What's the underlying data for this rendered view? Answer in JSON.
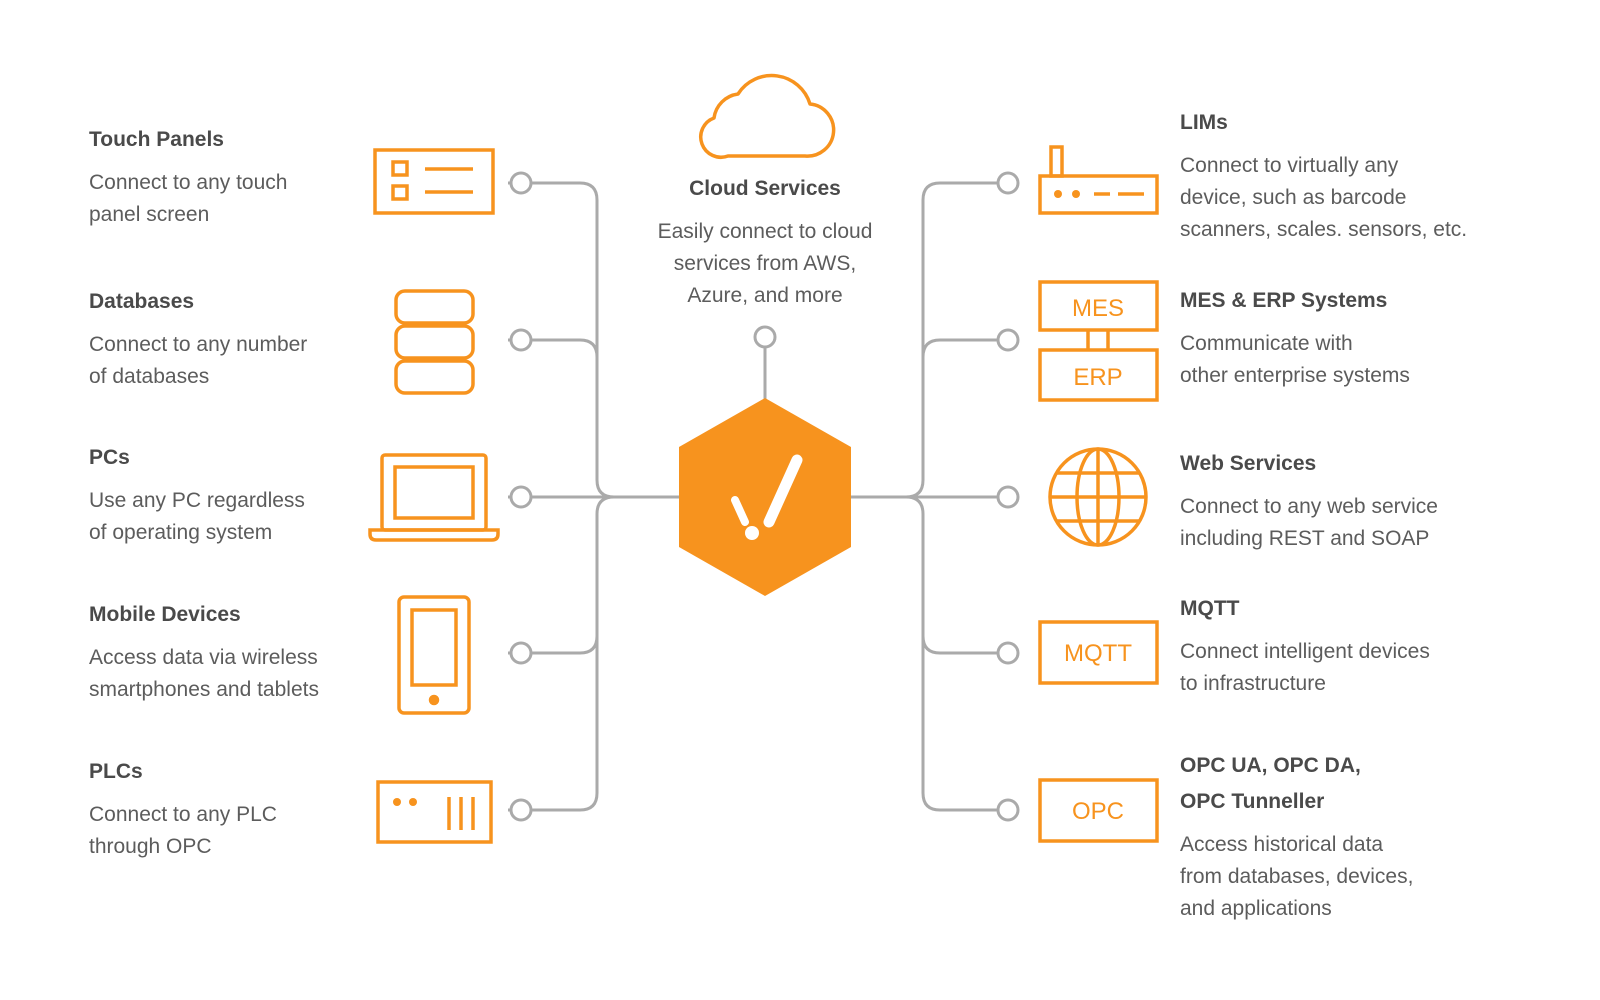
{
  "colors": {
    "accent": "#F7931E",
    "connector": "#AAAAAA",
    "title": "#4A4A4A",
    "text": "#5C5C5C"
  },
  "hub": {
    "icon": "exclamation-hexagon-icon"
  },
  "cloud": {
    "icon": "cloud-icon",
    "title": "Cloud Services",
    "desc_lines": [
      "Easily connect to cloud",
      "services from AWS,",
      "Azure, and more"
    ]
  },
  "left": [
    {
      "icon": "touch-panel-icon",
      "title": "Touch Panels",
      "desc_lines": [
        "Connect to any touch",
        "panel screen"
      ]
    },
    {
      "icon": "database-icon",
      "title": "Databases",
      "desc_lines": [
        "Connect to any number",
        "of databases"
      ]
    },
    {
      "icon": "laptop-icon",
      "title": "PCs",
      "desc_lines": [
        "Use any PC regardless",
        "of operating system"
      ]
    },
    {
      "icon": "mobile-device-icon",
      "title": "Mobile Devices",
      "desc_lines": [
        "Access data via wireless",
        "smartphones and tablets"
      ]
    },
    {
      "icon": "plc-icon",
      "title": "PLCs",
      "desc_lines": [
        "Connect to any PLC",
        "through OPC"
      ]
    }
  ],
  "right": [
    {
      "icon": "router-icon",
      "title": "LIMs",
      "desc_lines": [
        "Connect to virtually any",
        "device, such as barcode",
        "scanners, scales. sensors, etc."
      ]
    },
    {
      "icon": "mes-erp-icon",
      "icon_labels": [
        "MES",
        "ERP"
      ],
      "title": "MES & ERP Systems",
      "desc_lines": [
        "Communicate with",
        "other enterprise systems"
      ]
    },
    {
      "icon": "globe-icon",
      "title": "Web Services",
      "desc_lines": [
        "Connect to any web service",
        "including REST and SOAP"
      ]
    },
    {
      "icon": "mqtt-icon",
      "icon_labels": [
        "MQTT"
      ],
      "title": "MQTT",
      "desc_lines": [
        "Connect intelligent devices",
        "to infrastructure"
      ]
    },
    {
      "icon": "opc-icon",
      "icon_labels": [
        "OPC"
      ],
      "title_lines": [
        "OPC UA, OPC DA,",
        "OPC Tunneller"
      ],
      "desc_lines": [
        "Access historical data",
        "from databases, devices,",
        "and applications"
      ]
    }
  ]
}
